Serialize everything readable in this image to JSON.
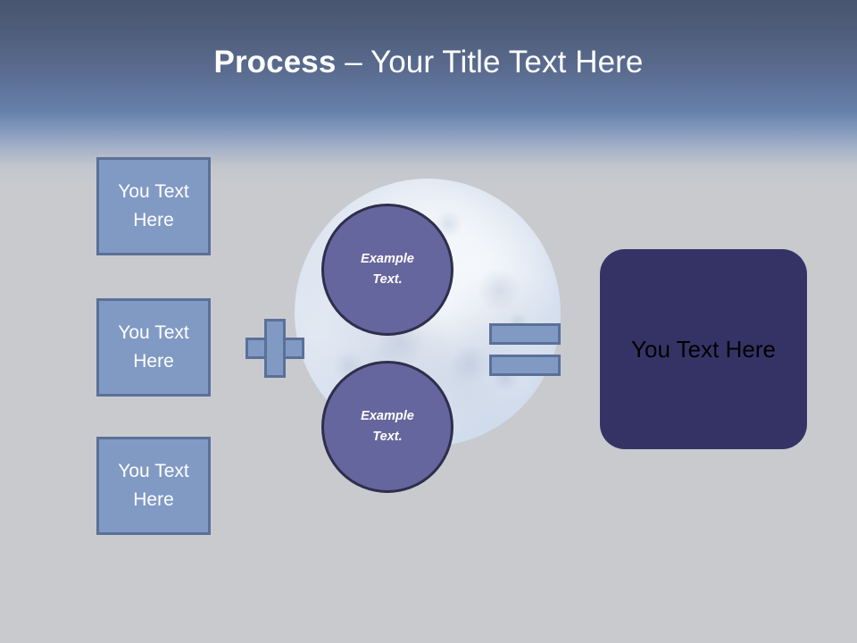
{
  "slide": {
    "title": {
      "strong": "Process",
      "rest": " – Your Title Text Here"
    },
    "background": {
      "top_color": "#47556f",
      "mid_color": "#6781ab",
      "bottom_color": "#c8cace"
    }
  },
  "inputs": {
    "boxes": [
      {
        "label": "You Text Here"
      },
      {
        "label": "You Text Here"
      },
      {
        "label": "You Text Here"
      }
    ],
    "fill_color": "#819ac4",
    "border_color": "#5b7098",
    "text_color": "#ffffff"
  },
  "operators": {
    "plus": {
      "symbol": "+",
      "name": "plus-operator"
    },
    "equals": {
      "symbol": "=",
      "name": "equals-operator"
    }
  },
  "process": {
    "image_name": "moon-image",
    "circles": [
      {
        "line1": "Example",
        "line2": "Text."
      },
      {
        "line1": "Example",
        "line2": "Text."
      }
    ],
    "circle_fill": "#66669e",
    "circle_border": "#2d2f4c",
    "circle_text_color": "#ffffff"
  },
  "result": {
    "label": "You Text Here",
    "fill_color": "#353366",
    "text_color": "#000000"
  }
}
